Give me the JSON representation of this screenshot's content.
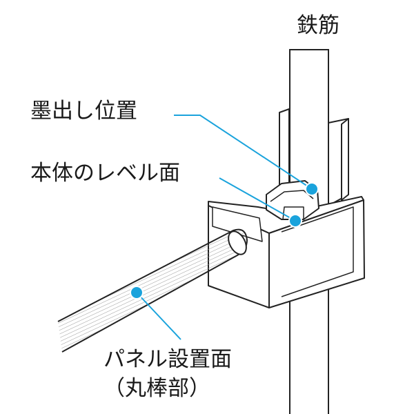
{
  "labels": {
    "rebar": "鉄筋",
    "marking_position": "墨出し位置",
    "body_level_surface": "本体のレベル面",
    "panel_surface": "パネル設置面",
    "panel_surface_sub": "（丸棒部）"
  },
  "colors": {
    "outline": "#222222",
    "callout": "#1aa3dc",
    "fill": "#ffffff",
    "hatch": "#9a9a9a"
  }
}
